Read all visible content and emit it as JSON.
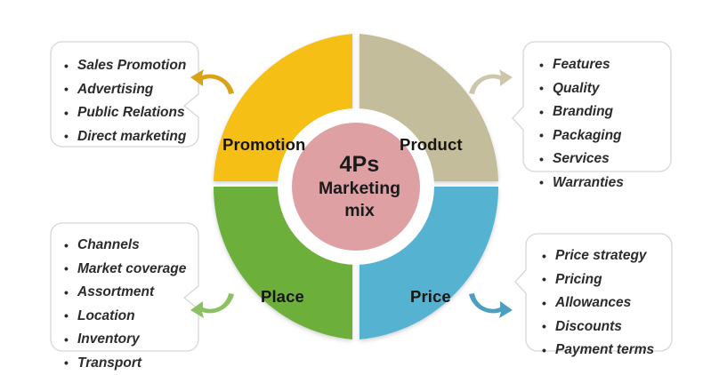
{
  "diagram": {
    "title": "4Ps Marketing mix",
    "center": {
      "line1": "4Ps",
      "line2": "Marketing",
      "line3": "mix",
      "fill": "#dfa0a3",
      "ring": "#ffffff"
    },
    "background": "#ffffff",
    "segments": [
      {
        "id": "promotion",
        "label": "Promotion",
        "color": "#f6bf15",
        "arrow_color": "#d9a318",
        "position": "top-left",
        "items": [
          "Sales Promotion",
          "Advertising",
          "Public Relations",
          "Direct marketing"
        ]
      },
      {
        "id": "product",
        "label": "Product",
        "color": "#c4bd9b",
        "arrow_color": "#cdc6ab",
        "position": "top-right",
        "items": [
          "Features",
          "Quality",
          "Branding",
          "Packaging",
          "Services",
          "Warranties"
        ]
      },
      {
        "id": "place",
        "label": "Place",
        "color": "#6cb03a",
        "arrow_color": "#8cc162",
        "position": "bottom-left",
        "items": [
          "Channels",
          "Market coverage",
          "Assortment",
          "Location",
          "Inventory",
          "Transport"
        ]
      },
      {
        "id": "price",
        "label": "Price",
        "color": "#56b2d1",
        "arrow_color": "#4c9fbe",
        "position": "bottom-right",
        "items": [
          "Price strategy",
          "Pricing",
          "Allowances",
          "Discounts",
          "Payment terms"
        ]
      }
    ],
    "callout_border_color": "#d6d6d6"
  }
}
